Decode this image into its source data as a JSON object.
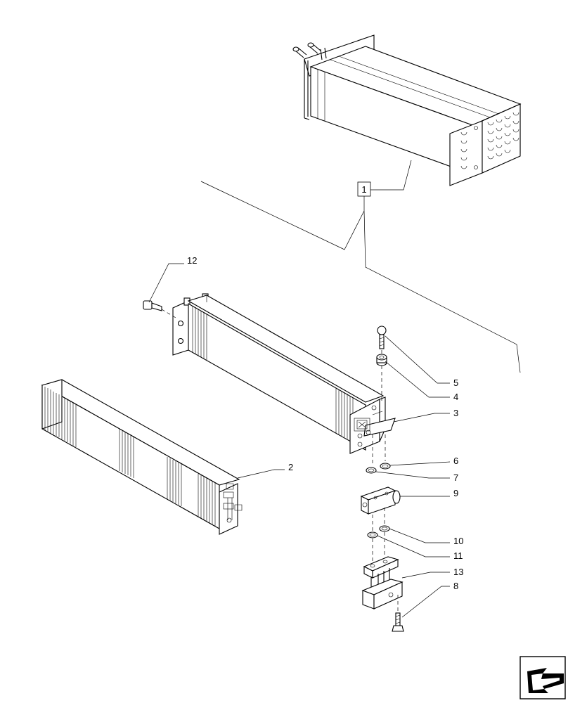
{
  "diagram": {
    "callouts": [
      {
        "id": "c1",
        "text": "1"
      },
      {
        "id": "c2",
        "text": "2"
      },
      {
        "id": "c3",
        "text": "3"
      },
      {
        "id": "c4",
        "text": "4"
      },
      {
        "id": "c5",
        "text": "5"
      },
      {
        "id": "c6",
        "text": "6"
      },
      {
        "id": "c7",
        "text": "7"
      },
      {
        "id": "c8",
        "text": "8"
      },
      {
        "id": "c9",
        "text": "9"
      },
      {
        "id": "c10",
        "text": "10"
      },
      {
        "id": "c11",
        "text": "11"
      },
      {
        "id": "c12",
        "text": "12"
      },
      {
        "id": "c13",
        "text": "13"
      }
    ],
    "nav_icon": "arrow-navigation-icon"
  }
}
